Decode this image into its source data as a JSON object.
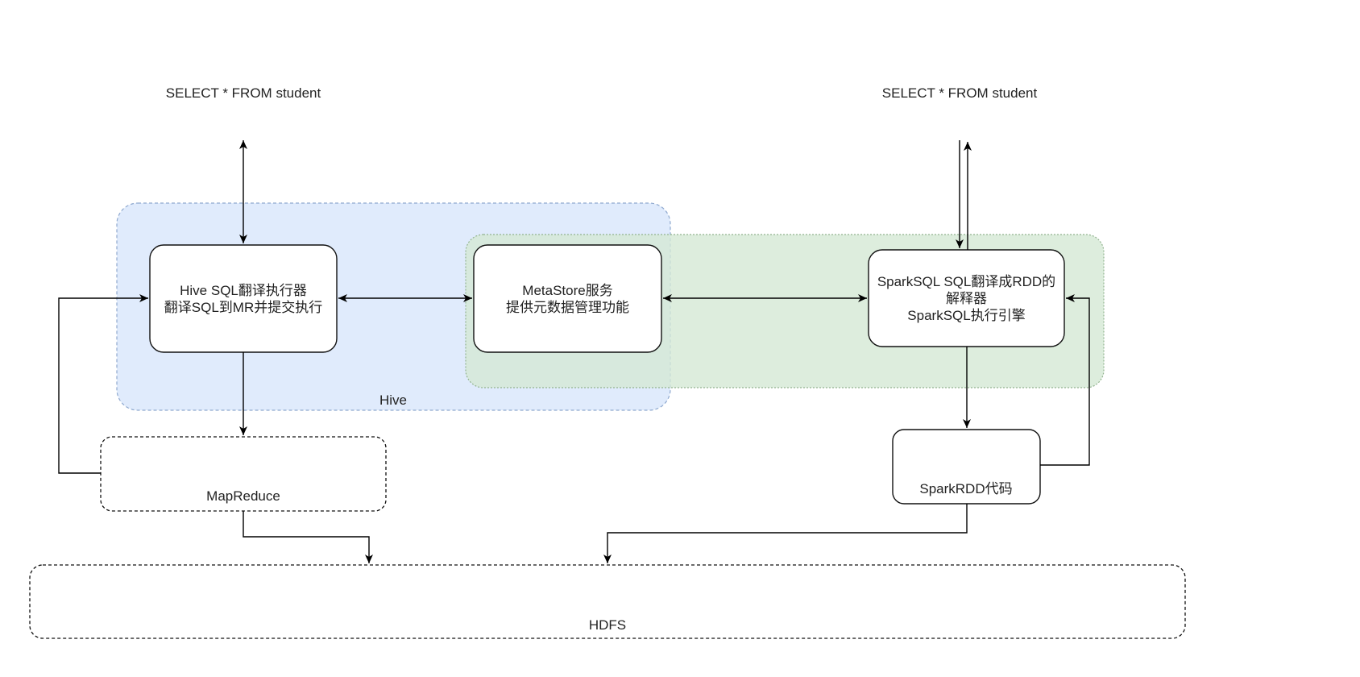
{
  "queries": {
    "left": "SELECT * FROM student",
    "right": "SELECT * FROM student"
  },
  "regions": {
    "hive": "Hive"
  },
  "nodes": {
    "hive_executor": {
      "line1": "Hive SQL翻译执行器",
      "line2": "翻译SQL到MR并提交执行"
    },
    "metastore": {
      "line1": "MetaStore服务",
      "line2": "提供元数据管理功能"
    },
    "sparksql": {
      "line1": "SparkSQL SQL翻译成RDD的",
      "line2": "解释器",
      "line3": "SparkSQL执行引擎"
    },
    "mapreduce": "MapReduce",
    "sparkrdd": "SparkRDD代码",
    "hdfs": "HDFS"
  },
  "colors": {
    "hive_region_fill": "#dae8fc",
    "hive_region_stroke": "#8fa9cf",
    "spark_region_fill": "#d5e8d4",
    "spark_region_stroke": "#92b38f",
    "line": "#000000"
  }
}
